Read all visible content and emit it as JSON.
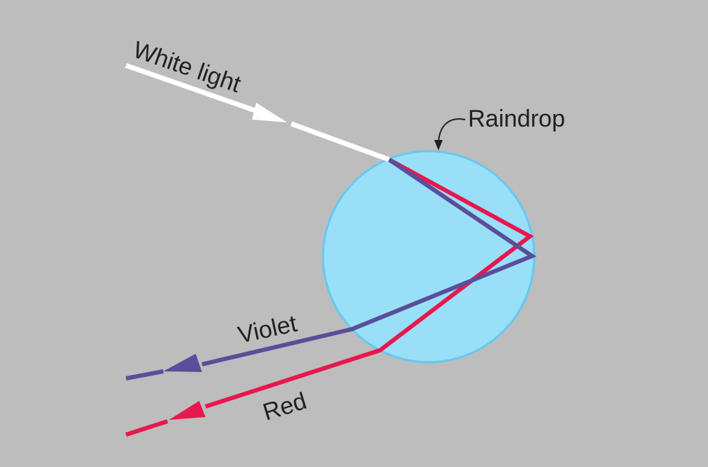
{
  "diagram": {
    "title": "",
    "labels": {
      "white_light": "White light",
      "raindrop": "Raindrop",
      "violet": "Violet",
      "red": "Red"
    },
    "colors": {
      "background": "#bdbdbd",
      "raindrop_fill": "#99dff8",
      "raindrop_stroke": "#66c9ef",
      "white_ray": "#ffffff",
      "red_ray": "#e8174d",
      "violet_ray": "#5a4e9a",
      "label_text": "#231f20"
    }
  }
}
